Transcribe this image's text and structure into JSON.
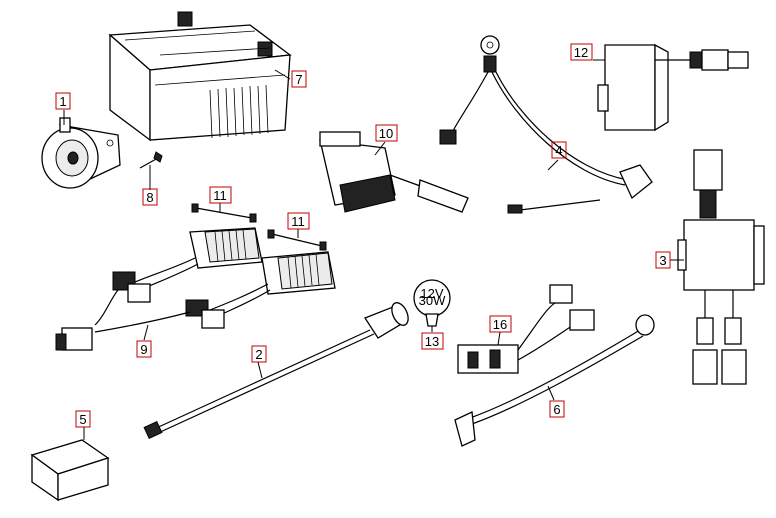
{
  "callouts": [
    {
      "id": "1",
      "part": "horn"
    },
    {
      "id": "2",
      "part": "wire-harness"
    },
    {
      "id": "3",
      "part": "relay-unit"
    },
    {
      "id": "4",
      "part": "battery-cable"
    },
    {
      "id": "5",
      "part": "block"
    },
    {
      "id": "6",
      "part": "ground-cable"
    },
    {
      "id": "7",
      "part": "battery"
    },
    {
      "id": "8",
      "part": "bolt"
    },
    {
      "id": "9",
      "part": "regulator-harness"
    },
    {
      "id": "10",
      "part": "starter-relay"
    },
    {
      "id": "11",
      "part": "regulator-bolt"
    },
    {
      "id": "11",
      "part": "regulator-bolt"
    },
    {
      "id": "12",
      "part": "flasher-relay"
    },
    {
      "id": "13",
      "part": "thermo-switch"
    },
    {
      "id": "16",
      "part": "connector"
    }
  ],
  "thermo_switch_markings": [
    "12V",
    "30W"
  ],
  "colors": {
    "label_border": "#c00000",
    "line": "#000000",
    "fill": "#ffffff"
  }
}
